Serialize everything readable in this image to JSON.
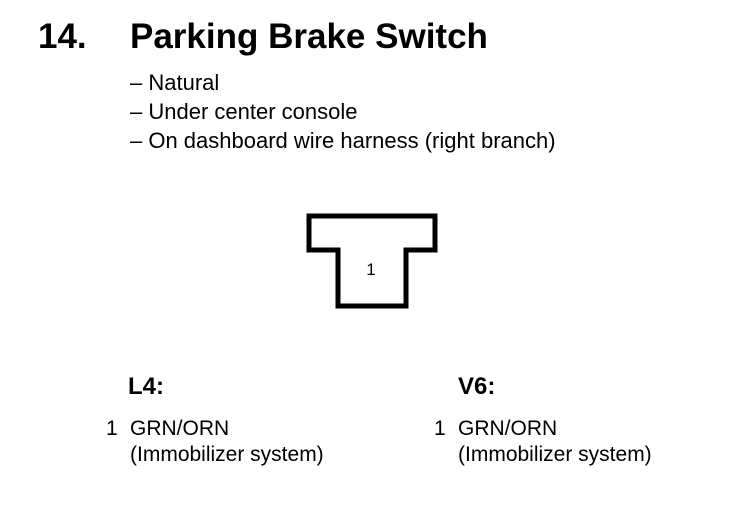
{
  "heading": {
    "number": "14.",
    "title": "Parking Brake Switch"
  },
  "notes": [
    "– Natural",
    "– Under center console",
    "– On dashboard wire harness (right branch)"
  ],
  "connector": {
    "pin_label": "1"
  },
  "l4": {
    "title": "L4:",
    "pins": [
      {
        "pin": "1",
        "wire": "GRN/ORN",
        "description": "(Immobilizer system)"
      }
    ]
  },
  "v6": {
    "title": "V6:",
    "pins": [
      {
        "pin": "1",
        "wire": "GRN/ORN",
        "description": "(Immobilizer system)"
      }
    ]
  }
}
